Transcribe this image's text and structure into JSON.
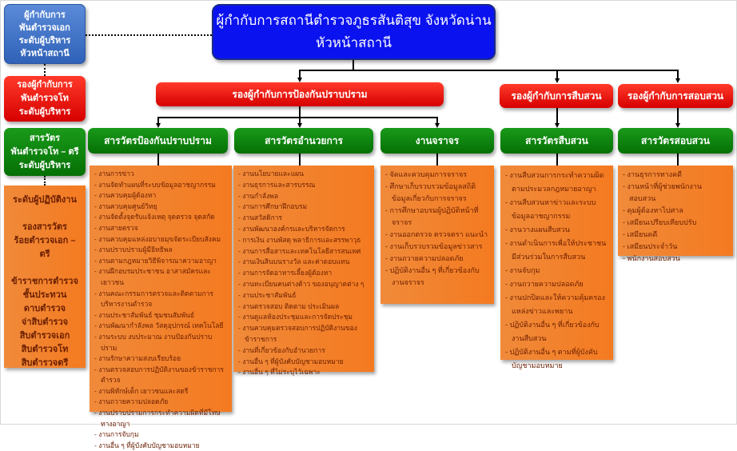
{
  "legend": {
    "commander": [
      "ผู้กำกับการ",
      "พันตำรวจเอก",
      "ระดับผู้บริหาร",
      "หัวหน้าสถานี"
    ],
    "deputy": [
      "รองผู้กำกับการ",
      "พันตำรวจโท",
      "ระดับผู้บริหาร"
    ],
    "inspector": [
      "สารวัตร",
      "พันตำรวจโท – ตรี",
      "ระดับผู้บริหาร"
    ],
    "operational_title": "ระดับผู้ปฏิบัติงาน",
    "sub_inspector": [
      "รองสารวัตร",
      "ร้อยตำรวจเอก – ตรี"
    ],
    "ranks": [
      "ข้าราชการตำรวจ",
      "ชั้นประทวน",
      "ดาบตำรวจ",
      "จ่าสิบตำรวจ",
      "สิบตำรวจเอก",
      "สิบตำรวจโท",
      "สิบตำรวจตรี"
    ]
  },
  "head": {
    "line1": "ผู้กำกับการสถานีตำรวจภูธรสันติสุข  จังหวัดน่าน",
    "line2": "หัวหน้าสถานี"
  },
  "deputies": [
    "รองผู้กำกับการป้องกันปราบปราม",
    "รองผู้กำกับการสืบสวน",
    "รองผู้กำกับการสอบสวน"
  ],
  "units": [
    {
      "title": "สารวัตรป้องกันปราบปราม",
      "tasks": [
        "งานการข่าว",
        "งานจัดทำแผนที่ระบบข้อมูลอาชญากรรม",
        "งานควบคุมผู้ต้องหา",
        "งานควบคุมศูนย์วิทยุ",
        "งานจัดตั้งจุดรับแจ้งเหตุ จุดตรวจ จุดสกัด",
        "งานสายตรวจ",
        "งานควบคุมแหล่งอบายมุขจัดระเบียบสังคม",
        "งานปราบปรามผู้มีอิทธิพล",
        "งานตามกฎหมายวิธีพิจารณาความอาญา",
        "งานฝึกอบรมประชาชน อาสาสมัครและเยาวชน",
        "งานคณะกรรมการตรวจและติดตามการบริหารงานตำรวจ",
        "งานประชาสัมพันธ์ ชุมชนสัมพันธ์",
        "งานพัฒนากำลังพล วัสดุอุปกรณ์ เทคโนโลยี",
        "งานระบบ งบประมาณ งานป้องกันปราบปราม",
        "งานรักษาความสงบเรียบร้อย",
        "งานตรวจสอบการปฏิบัติงานของข้าราชการตำรวจ",
        "งานพิทักษ์เด็ก เยาวชนและสตรี",
        "งานถวายความปลอดภัย",
        "งานปราบปรามการกระทำความผิดที่มีโทษทางอาญา",
        "งานการจับกุม",
        "งานอื่น ๆ ที่ผู้บังคับบัญชามอบหมาย"
      ]
    },
    {
      "title": "สารวัตรอำนวยการ",
      "tasks": [
        "งานนโยบายและแผน",
        "งานธุรการและสารบรรณ",
        "งานกำลังพล",
        "งานการศึกษาฝึกอบรม",
        "งานสวัสดิการ",
        "งานพัฒนาองค์กรและบริหารจัดการ",
        "การเงิน งานพัสดุ พลาธิการและสรรพาวุธ",
        "งานการสื่อสารและเทคโนโลยีสารสนเทศ",
        "งานเงินสินบนรางวัล และค่าตอบแทน",
        "งานการจัดอาหารเลี้ยงผู้ต้องหา",
        "งานทะเบียนคนต่างด้าว ของอนุญาตต่าง ๆ",
        "งานประชาสัมพันธ์",
        "งานตรวจสอบ ติดตาม ประเมินผล",
        "งานดูแลห้องประชุมและการจัดประชุม",
        "งานควบคุมตรวจสอบการปฏิบัติงานของข้าราชการ",
        "งานที่เกี่ยวข้องกับอำนวยการ",
        "งานอื่น ๆ ที่ผู้บังคับบัญชามอบหมาย",
        "งานอื่น ๆ ที่ไม่ระบุไว้เฉพาะ"
      ]
    },
    {
      "title": "งานจราจร",
      "tasks": [
        "จัดและควบคุมการจราจร",
        "ศึกษาเก็บรวบรวมข้อมูลสถิติข้อมูลเกี่ยวกับการจราจร",
        "การศึกษาอบรมผู้ปฏิบัติหน้าที่จราจร",
        "งานออกตรวจ ตรวจตรา แนะนำ",
        "งานเก็บรวบรวมข้อมูลข่าวสาร",
        "งานถวายความปลอดภัย",
        "ปฏิบัติงานอื่น ๆ ที่เกี่ยวข้องกับงานจราจร"
      ]
    },
    {
      "title": "สารวัตรสืบสวน",
      "tasks": [
        "งานสืบสวนการกระทำความผิดตามประมวลกฎหมายอาญา",
        "งานสืบสวนหาข่าวและระบบข้อมูลอาชญากรรม",
        "งานวางแผนสืบสวน",
        "งานดำเนินการเพื่อให้ประชาชนมีส่วนร่วมในการสืบสวน",
        "งานจับกุม",
        "งานถวายความปลอดภัย",
        "งานปกปิดและให้ความคุ้มครองแหล่งข่าวและพยาน",
        "ปฏิบัติงานอื่น ๆ ที่เกี่ยวข้องกับงานสืบสวน",
        "ปฏิบัติงานอื่น ๆ ตามที่ผู้บังคับบัญชามอบหมาย"
      ]
    },
    {
      "title": "สารวัตรสอบสวน",
      "tasks": [
        "งานธุรการทางคดี",
        "งานหน้าที่ผู้ช่วยพนักงานสอบสวน",
        "คุมผู้ต้องหาไปศาล",
        "เสมียนเปรียบเทียบปรับ",
        "เสมียนคดี",
        "เสมียนประจำวัน",
        "พนักงานสอบสวน"
      ]
    }
  ]
}
